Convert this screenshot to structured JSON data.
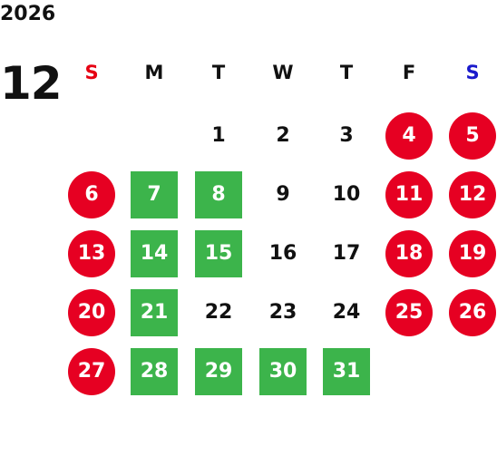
{
  "calendar": {
    "year": "2026",
    "month": "12",
    "weekdays": [
      "S",
      "M",
      "T",
      "W",
      "T",
      "F",
      "S"
    ],
    "colors": {
      "sunday_header": "#e60012",
      "saturday_header": "#1a1acc",
      "holiday": "#e60022",
      "closed": "#3cb44b"
    },
    "weeks": [
      [
        null,
        null,
        {
          "d": "1"
        },
        {
          "d": "2"
        },
        {
          "d": "3"
        },
        {
          "d": "4",
          "m": "holiday"
        },
        {
          "d": "5",
          "m": "holiday"
        }
      ],
      [
        {
          "d": "6",
          "m": "holiday"
        },
        {
          "d": "7",
          "m": "closed"
        },
        {
          "d": "8",
          "m": "closed"
        },
        {
          "d": "9"
        },
        {
          "d": "10"
        },
        {
          "d": "11",
          "m": "holiday"
        },
        {
          "d": "12",
          "m": "holiday"
        }
      ],
      [
        {
          "d": "13",
          "m": "holiday"
        },
        {
          "d": "14",
          "m": "closed"
        },
        {
          "d": "15",
          "m": "closed"
        },
        {
          "d": "16"
        },
        {
          "d": "17"
        },
        {
          "d": "18",
          "m": "holiday"
        },
        {
          "d": "19",
          "m": "holiday"
        }
      ],
      [
        {
          "d": "20",
          "m": "holiday"
        },
        {
          "d": "21",
          "m": "closed"
        },
        {
          "d": "22"
        },
        {
          "d": "23"
        },
        {
          "d": "24"
        },
        {
          "d": "25",
          "m": "holiday"
        },
        {
          "d": "26",
          "m": "holiday"
        }
      ],
      [
        {
          "d": "27",
          "m": "holiday"
        },
        {
          "d": "28",
          "m": "closed"
        },
        {
          "d": "29",
          "m": "closed"
        },
        {
          "d": "30",
          "m": "closed"
        },
        {
          "d": "31",
          "m": "closed"
        },
        null,
        null
      ]
    ]
  }
}
